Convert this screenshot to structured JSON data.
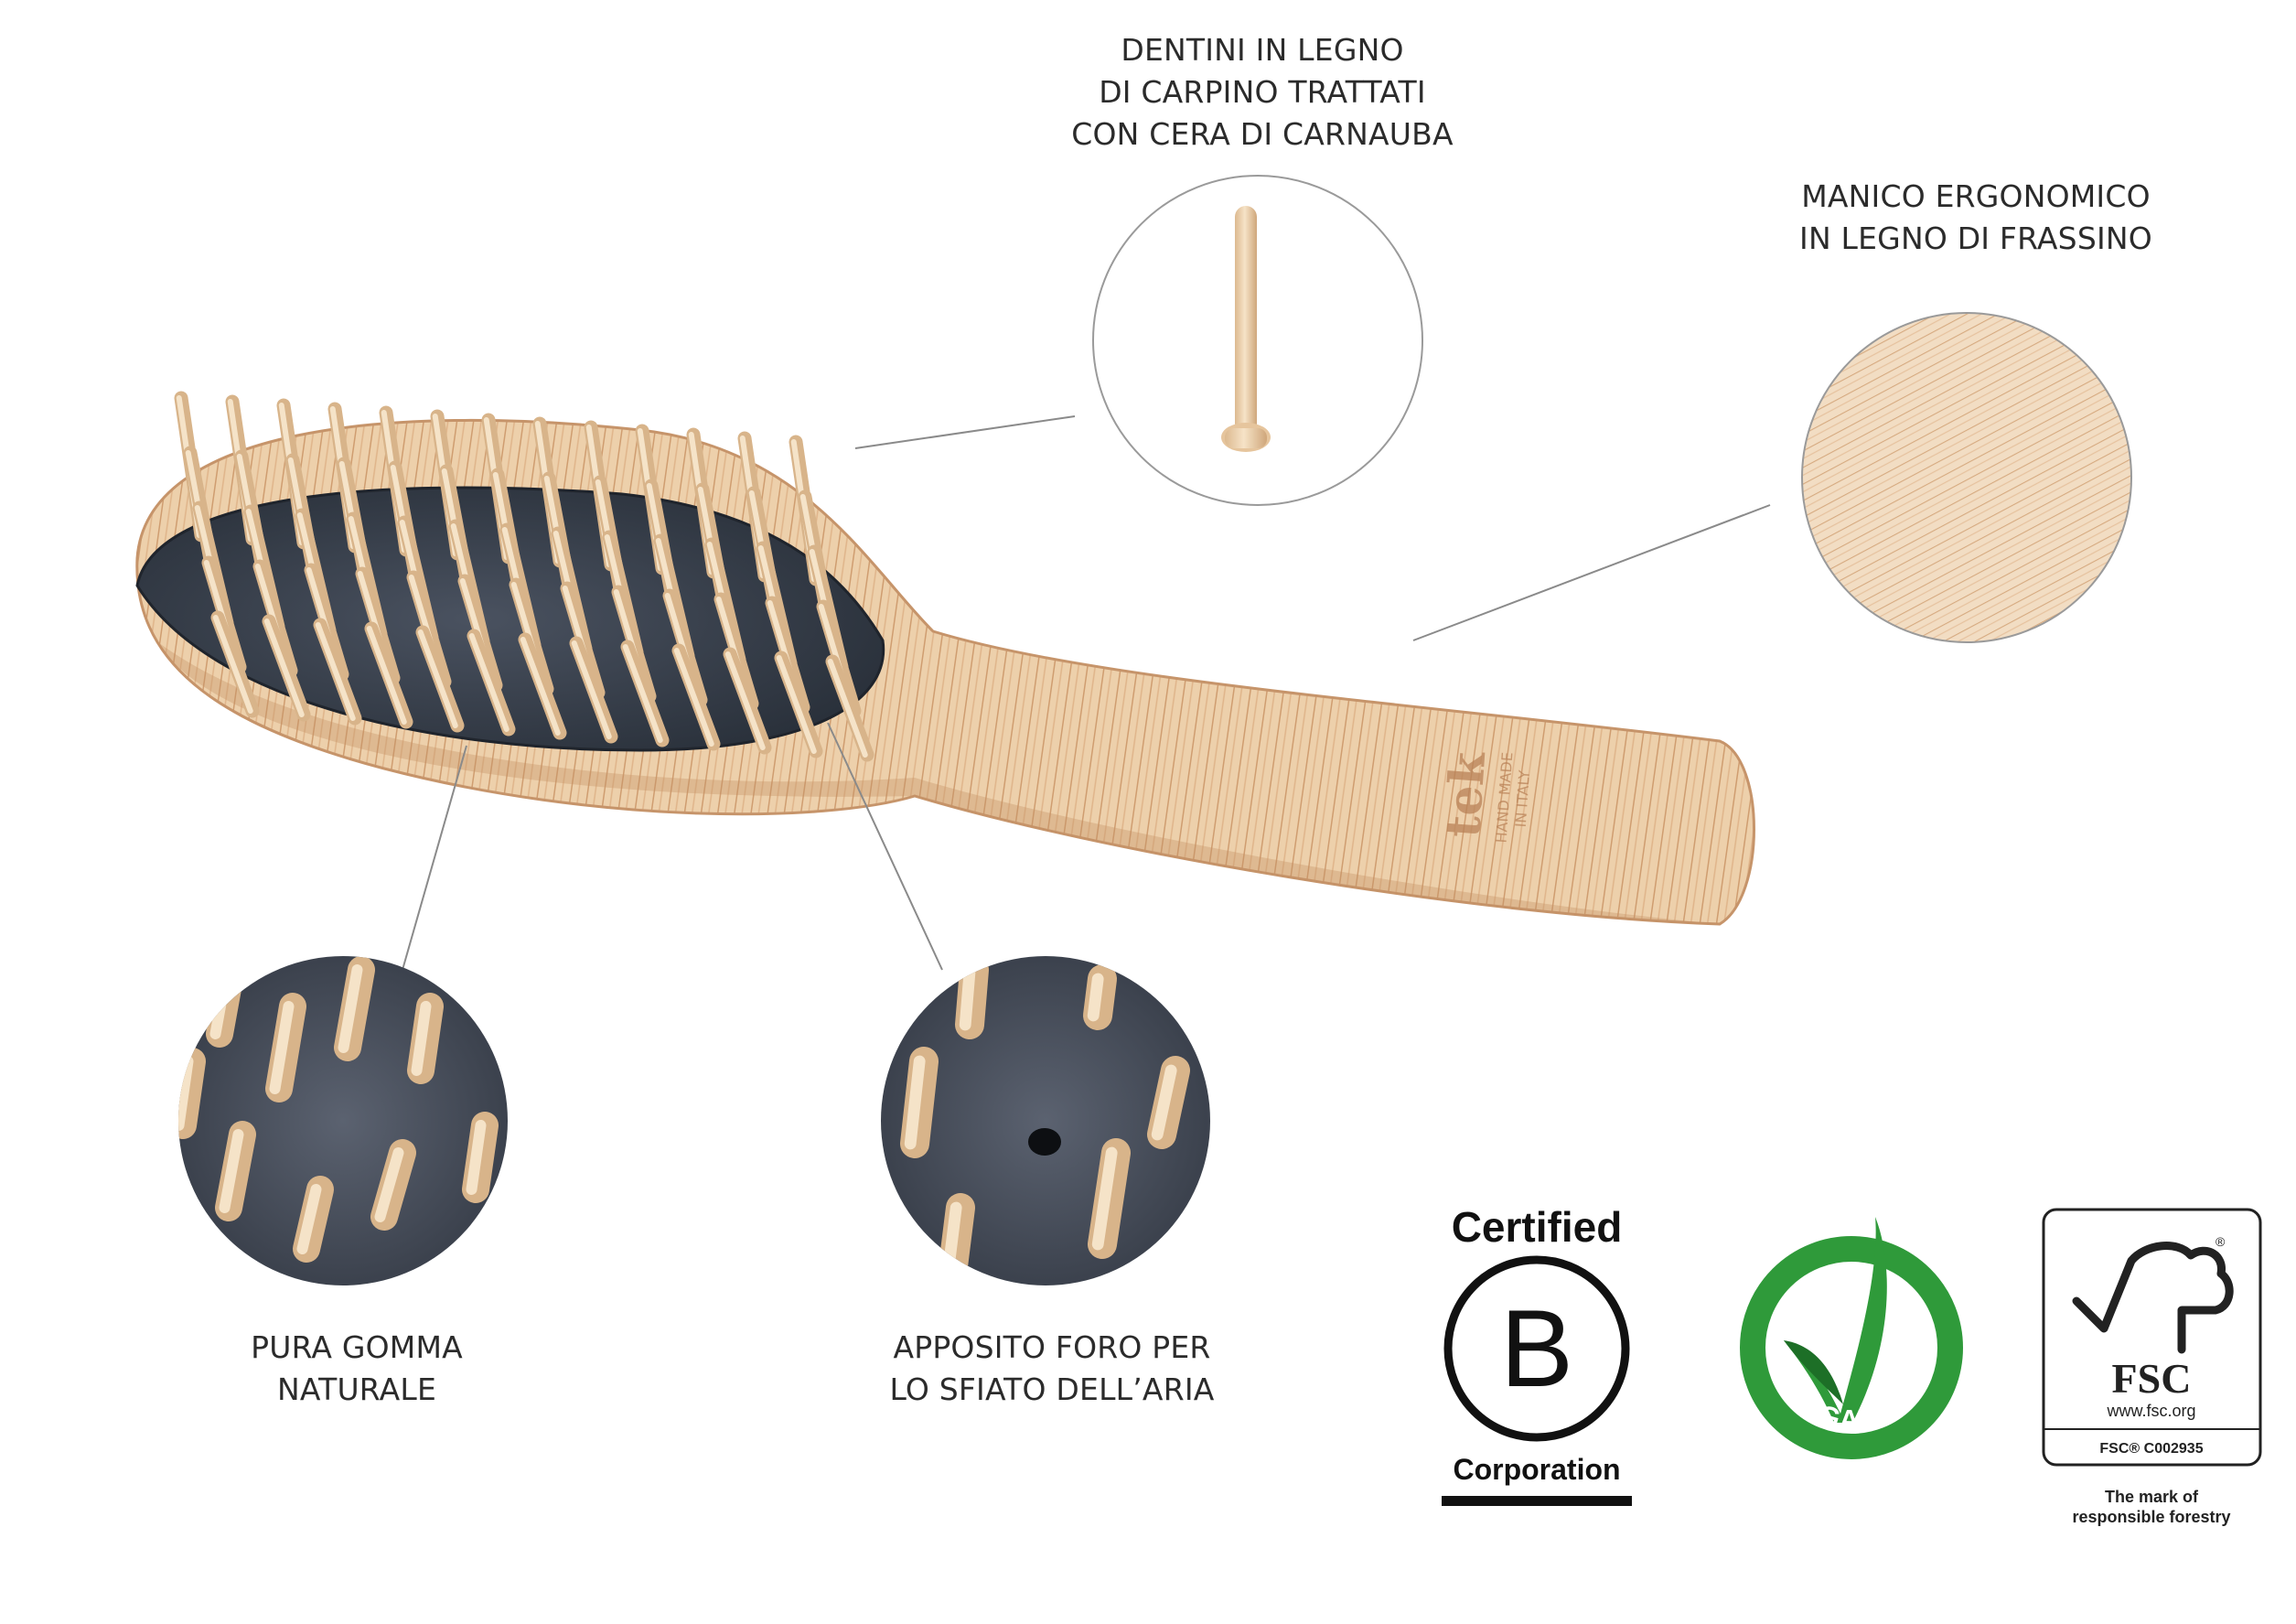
{
  "callouts": {
    "teeth": [
      "DENTINI IN LEGNO",
      "DI CARPINO TRATTATI",
      "CON CERA DI CARNAUBA"
    ],
    "handle": [
      "MANICO ERGONOMICO",
      "IN LEGNO DI FRASSINO"
    ],
    "rubber": [
      "PURA GOMMA",
      "NATURALE"
    ],
    "hole": [
      "APPOSITO FORO PER",
      "LO SFIATO DELL’ARIA"
    ]
  },
  "brush_engraving": {
    "brand": "tek",
    "line1": "HAND MADE",
    "line2": "IN ITALY"
  },
  "logos": {
    "bcorp": {
      "top": "Certified",
      "letter": "B",
      "bottom": "Corporation"
    },
    "veganok": {
      "text": "VEGANOK"
    },
    "fsc": {
      "name": "FSC",
      "url": "www.fsc.org",
      "code": "FSC® C002935",
      "tagline1": "The mark of",
      "tagline2": "responsible forestry"
    }
  },
  "colors": {
    "wood": "#e9c9a3",
    "wood_grain": "#c99566",
    "rubber": "#3b4350",
    "pin": "#ecd2ae",
    "vegan_green": "#2f9a3a",
    "text": "#2b2b2b"
  }
}
